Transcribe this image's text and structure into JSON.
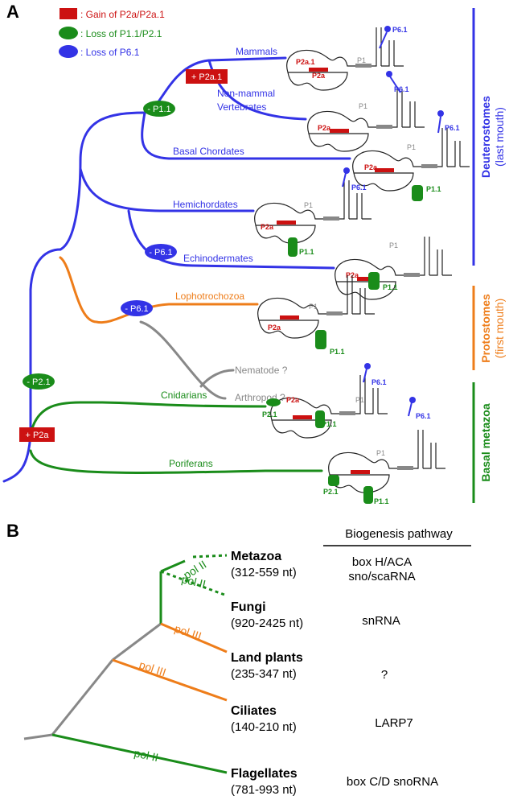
{
  "colors": {
    "deuterostome": "#3333e6",
    "protostome": "#ee7d1a",
    "basal": "#1a8c1a",
    "unknown": "#888888",
    "gain": "#cc1111",
    "struct_gray": "#888888",
    "text_gray": "#888888",
    "tree_gray": "#888888"
  },
  "panel_a": {
    "label": "A",
    "legend": [
      {
        "text": ": Gain of P2a/P2a.1",
        "symbol": "rect",
        "color": "#cc1111"
      },
      {
        "text": ": Loss of P1.1/P2.1",
        "symbol": "oval",
        "color": "#1a8c1a"
      },
      {
        "text": ": Loss of P6.1",
        "symbol": "oval",
        "color": "#3333e6"
      }
    ],
    "taxa": {
      "mammals": "Mammals",
      "nonmammal_1": "Non-mammal",
      "nonmammal_2": "Vertebrates",
      "basal_chordates": "Basal Chordates",
      "hemichordates": "Hemichordates",
      "echinodermates": "Echinodermates",
      "lophotrochozoa": "Lophotrochozoa",
      "nematode": "Nematode ?",
      "arthropod": "Arthropod ?",
      "cnidarians": "Cnidarians",
      "poriferans": "Poriferans"
    },
    "events": {
      "gain_p2a1": "+ P2a.1",
      "loss_p11": "- P1.1",
      "loss_p61_echino": "- P6.1",
      "loss_p61_lopho": "- P6.1",
      "loss_p21": "- P2.1",
      "gain_p2a": "+ P2a"
    },
    "struct_labels": {
      "p1": "P1",
      "p2a": "P2a",
      "p2a1": "P2a.1",
      "p61": "P6.1",
      "p11": "P1.1",
      "p21": "P2.1"
    },
    "groups": {
      "deuterostomes": "Deuterostomes",
      "deuterostomes_sub": "(last mouth)",
      "protostomes": "Protostomes",
      "protostomes_sub": "(first mouth)",
      "basal": "Basal metazoa"
    }
  },
  "panel_b": {
    "label": "B",
    "header": "Biogenesis pathway",
    "branches": [
      {
        "taxon": "Metazoa",
        "size": "(312-559 nt)",
        "pol": "pol II",
        "pathway_1": "box H/ACA",
        "pathway_2": "sno/scaRNA",
        "color": "#1a8c1a"
      },
      {
        "taxon": "Fungi",
        "size": "(920-2425 nt)",
        "pol": "pol II",
        "pathway_1": "snRNA",
        "pathway_2": "",
        "color": "#1a8c1a"
      },
      {
        "taxon": "Land plants",
        "size": "(235-347 nt)",
        "pol": "pol III",
        "pathway_1": "?",
        "pathway_2": "",
        "color": "#ee7d1a"
      },
      {
        "taxon": "Ciliates",
        "size": "(140-210 nt)",
        "pol": "pol III",
        "pathway_1": "LARP7",
        "pathway_2": "",
        "color": "#ee7d1a"
      },
      {
        "taxon": "Flagellates",
        "size": "(781-993 nt)",
        "pol": "pol II",
        "pathway_1": "box C/D snoRNA",
        "pathway_2": "",
        "color": "#1a8c1a"
      }
    ]
  }
}
